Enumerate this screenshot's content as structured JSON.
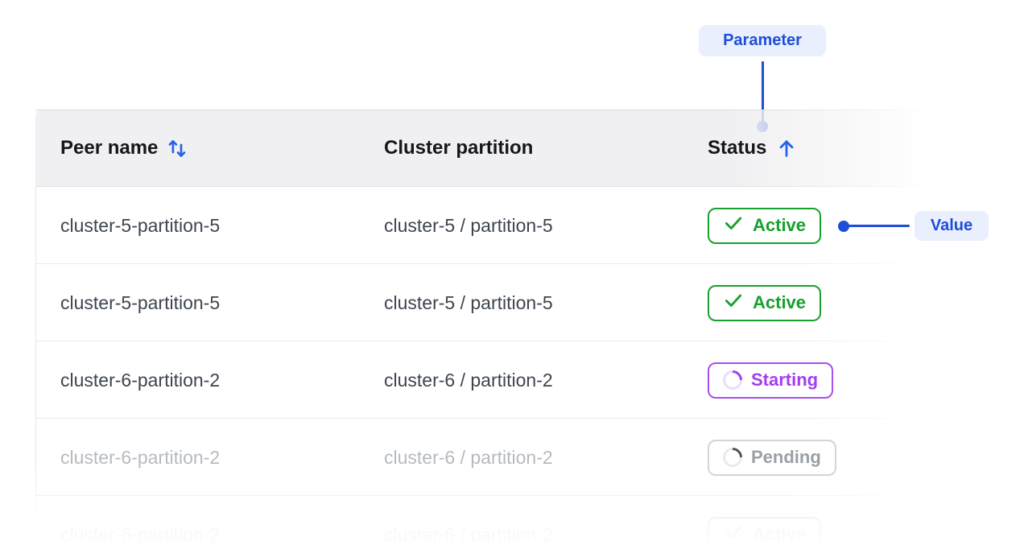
{
  "annotations": {
    "parameter_label": "Parameter",
    "value_label": "Value",
    "accent_color": "#1d4ed8",
    "pill_bg": "#e9effc"
  },
  "table": {
    "columns": [
      {
        "label": "Peer name",
        "sort": "both"
      },
      {
        "label": "Cluster partition",
        "sort": "none"
      },
      {
        "label": "Status",
        "sort": "asc"
      }
    ],
    "rows": [
      {
        "peer": "cluster-5-partition-5",
        "partition": "cluster-5 / partition-5",
        "status": "Active",
        "variant": "active",
        "faded": false,
        "partial": false
      },
      {
        "peer": "cluster-5-partition-5",
        "partition": "cluster-5 / partition-5",
        "status": "Active",
        "variant": "active",
        "faded": false,
        "partial": false
      },
      {
        "peer": "cluster-6-partition-2",
        "partition": "cluster-6 / partition-2",
        "status": "Starting",
        "variant": "starting",
        "faded": false,
        "partial": false
      },
      {
        "peer": "cluster-6-partition-2",
        "partition": "cluster-6 / partition-2",
        "status": "Pending",
        "variant": "pending",
        "faded": true,
        "partial": false
      },
      {
        "peer": "cluster-6-partition-2",
        "partition": "cluster-6 / partition-2",
        "status": "Active",
        "variant": "active",
        "faded": false,
        "partial": true
      }
    ],
    "status_colors": {
      "active": "#17a12d",
      "starting": "#a43cf1",
      "pending": "#8f959e"
    }
  }
}
